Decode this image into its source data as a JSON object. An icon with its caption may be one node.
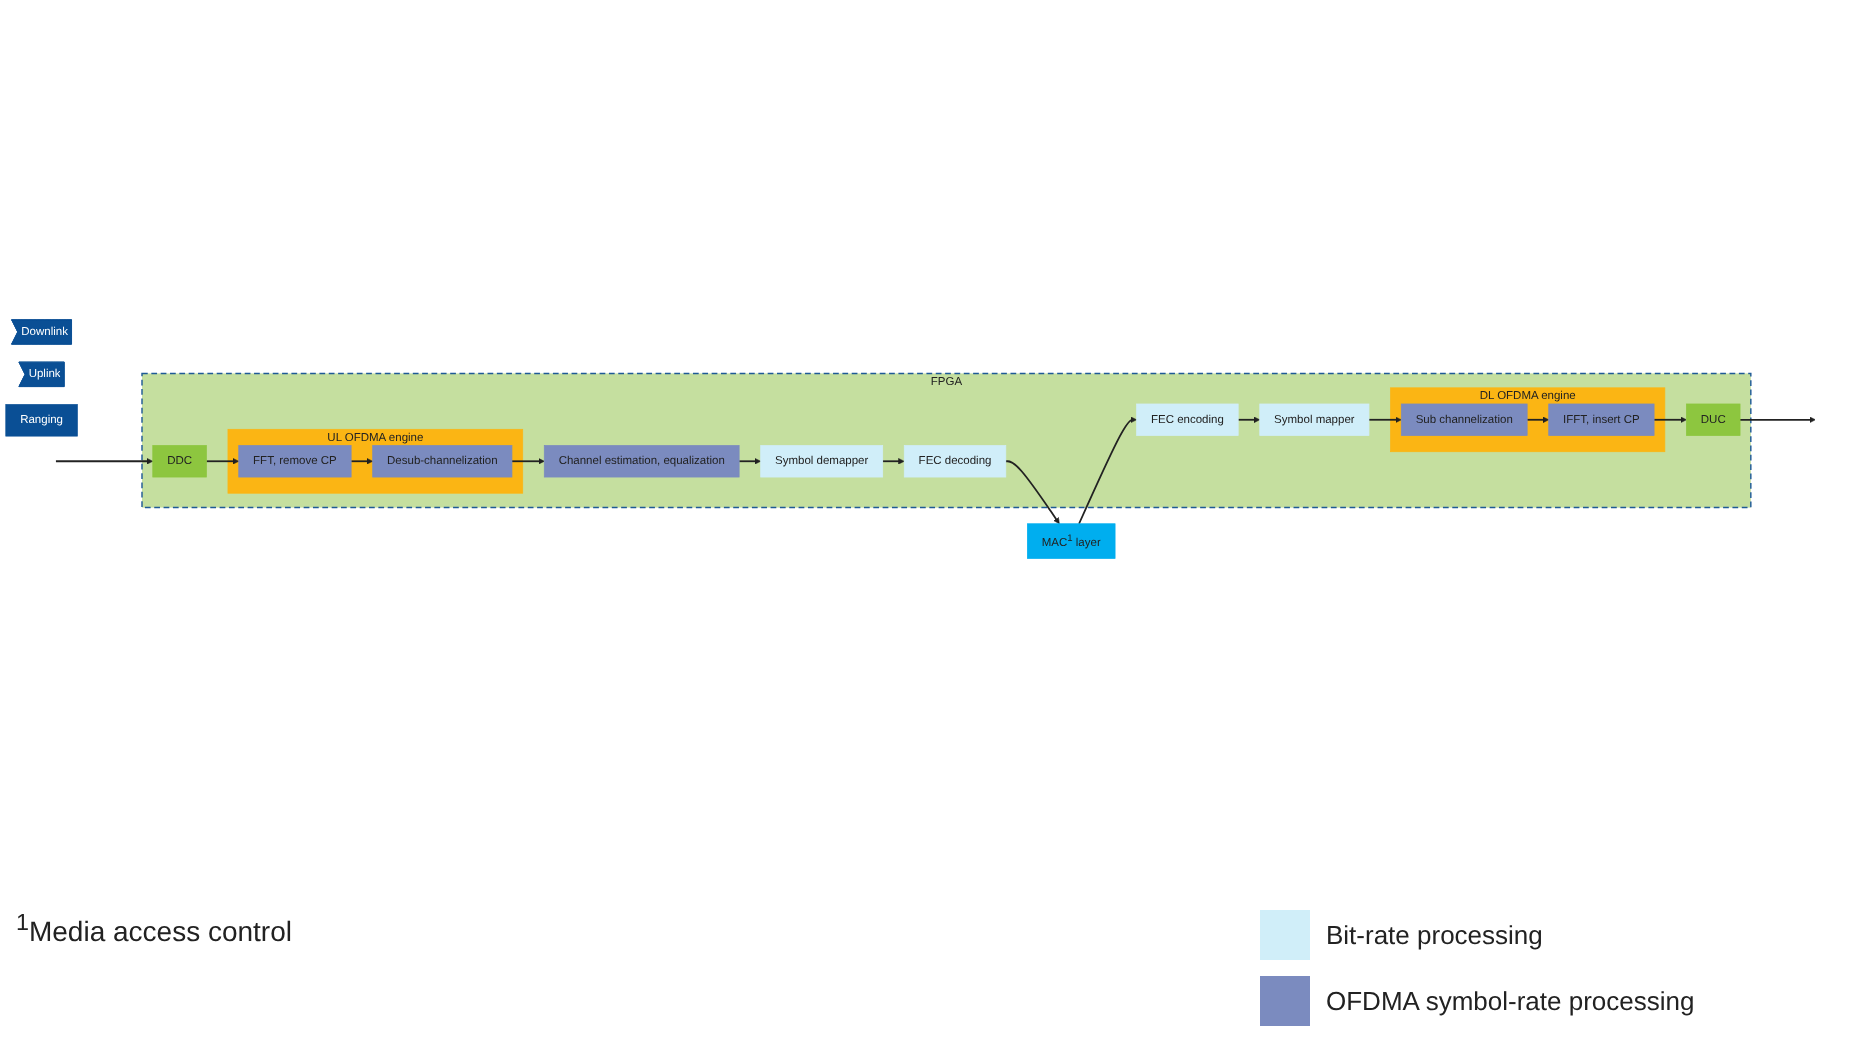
{
  "diagram": {
    "nodes": [
      {
        "text": [
          "Downlink"
        ]
      },
      {
        "text": [
          "FPGA"
        ]
      },
      {
        "text": [
          "MAC$^{1}$ layer"
        ]
      },
      {
        "text": [
          "FEC encoding"
        ],
        "in": 1
      },
      {
        "text": [
          "Symbol mapper"
        ],
        "in": 1
      },
      {
        "text": [
          "DL OFDMA engine"
        ],
        "in": 1
      },
      {
        "text": [
          "Sub channelization"
        ],
        "in": 5
      },
      {
        "text": [
          "IFFT, insert CP"
        ],
        "in": 5
      },
      {
        "text": [
          "DUC"
        ],
        "in": 1
      },
      {
        "text": [
          "UL OFDMA engine"
        ],
        "in": 1
      },
      {
        "text": [
          "Desub-channelization"
        ],
        "in": 9
      },
      {
        "text": [
          "FFT, remove CP"
        ],
        "in": 9
      },
      {
        "text": [
          "DDC"
        ],
        "in": 1
      },
      {
        "text": [
          "Channel estimation, equalization"
        ],
        "in": 1
      },
      {
        "text": [
          "Symbol demapper"
        ],
        "in": 1
      },
      {
        "text": [
          "FEC decoding"
        ],
        "in": 1
      },
      {
        "text": [
          "Uplink"
        ]
      },
      {
        "text": [
          "Ranging"
        ]
      }
    ],
    "edges": [
      {
        "from": 2,
        "to": 3,
        "arrow": "to"
      },
      {
        "from": 3,
        "to": 4,
        "arrow": "to"
      },
      {
        "from": 4,
        "to": 6,
        "arrow": "to"
      },
      {
        "from": 6,
        "to": 7,
        "arrow": "to"
      },
      {
        "from": 7,
        "to": 8,
        "arrow": "to"
      },
      {
        "from": 8,
        "to": null,
        "arrow": "to"
      },
      {
        "from": null,
        "to": 12,
        "arrow": "to"
      },
      {
        "from": 12,
        "to": 11,
        "arrow": "to"
      },
      {
        "from": 11,
        "to": 10,
        "arrow": "to"
      },
      {
        "from": 10,
        "to": 13,
        "arrow": "to"
      },
      {
        "from": 13,
        "to": 14,
        "arrow": "to"
      },
      {
        "from": 14,
        "to": 15,
        "arrow": "to"
      },
      {
        "from": 15,
        "to": 2,
        "arrow": "to"
      }
    ],
    "labels": [
      "$^{1}$Media access control"
    ],
    "legend": [
      {
        "text": "Bit-rate processing",
        "color": "#d0eef9"
      },
      {
        "text": "OFDMA symbol-rate processing",
        "color": "#7b8bbf"
      }
    ]
  }
}
